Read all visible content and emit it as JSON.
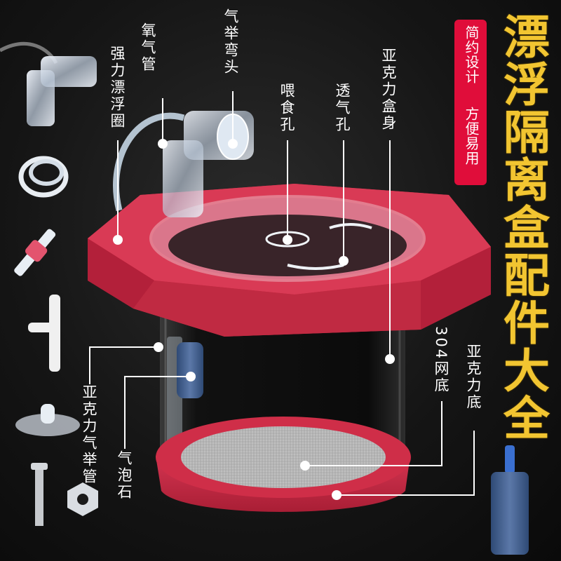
{
  "title": "漂浮隔离盒配件大全",
  "subtitle": [
    "简约设计",
    "方便易用"
  ],
  "labels": {
    "oxygen_tube": "氧气管",
    "airlift_elbow": "气举弯头",
    "float_ring": "强力漂浮圈",
    "feeding_hole": "喂食孔",
    "vent_hole": "透气孔",
    "acrylic_box": "亚克力盒身",
    "mesh_bottom": "304网底",
    "acrylic_bottom": "亚克力底",
    "airlift_tube": "亚克力气举管",
    "airstone": "气泡石"
  },
  "colors": {
    "background": "#121212",
    "title": "#f2c531",
    "badge": "#e00d3a",
    "float_ring": "#d8364f",
    "airstone": "#3c5a8c",
    "text": "#ffffff"
  },
  "icons": [
    "elbow-connector-icon",
    "silicone-tube-icon",
    "check-valve-icon",
    "t-connector-icon",
    "suction-cup-icon",
    "screw-nut-icon",
    "airstone-icon"
  ]
}
